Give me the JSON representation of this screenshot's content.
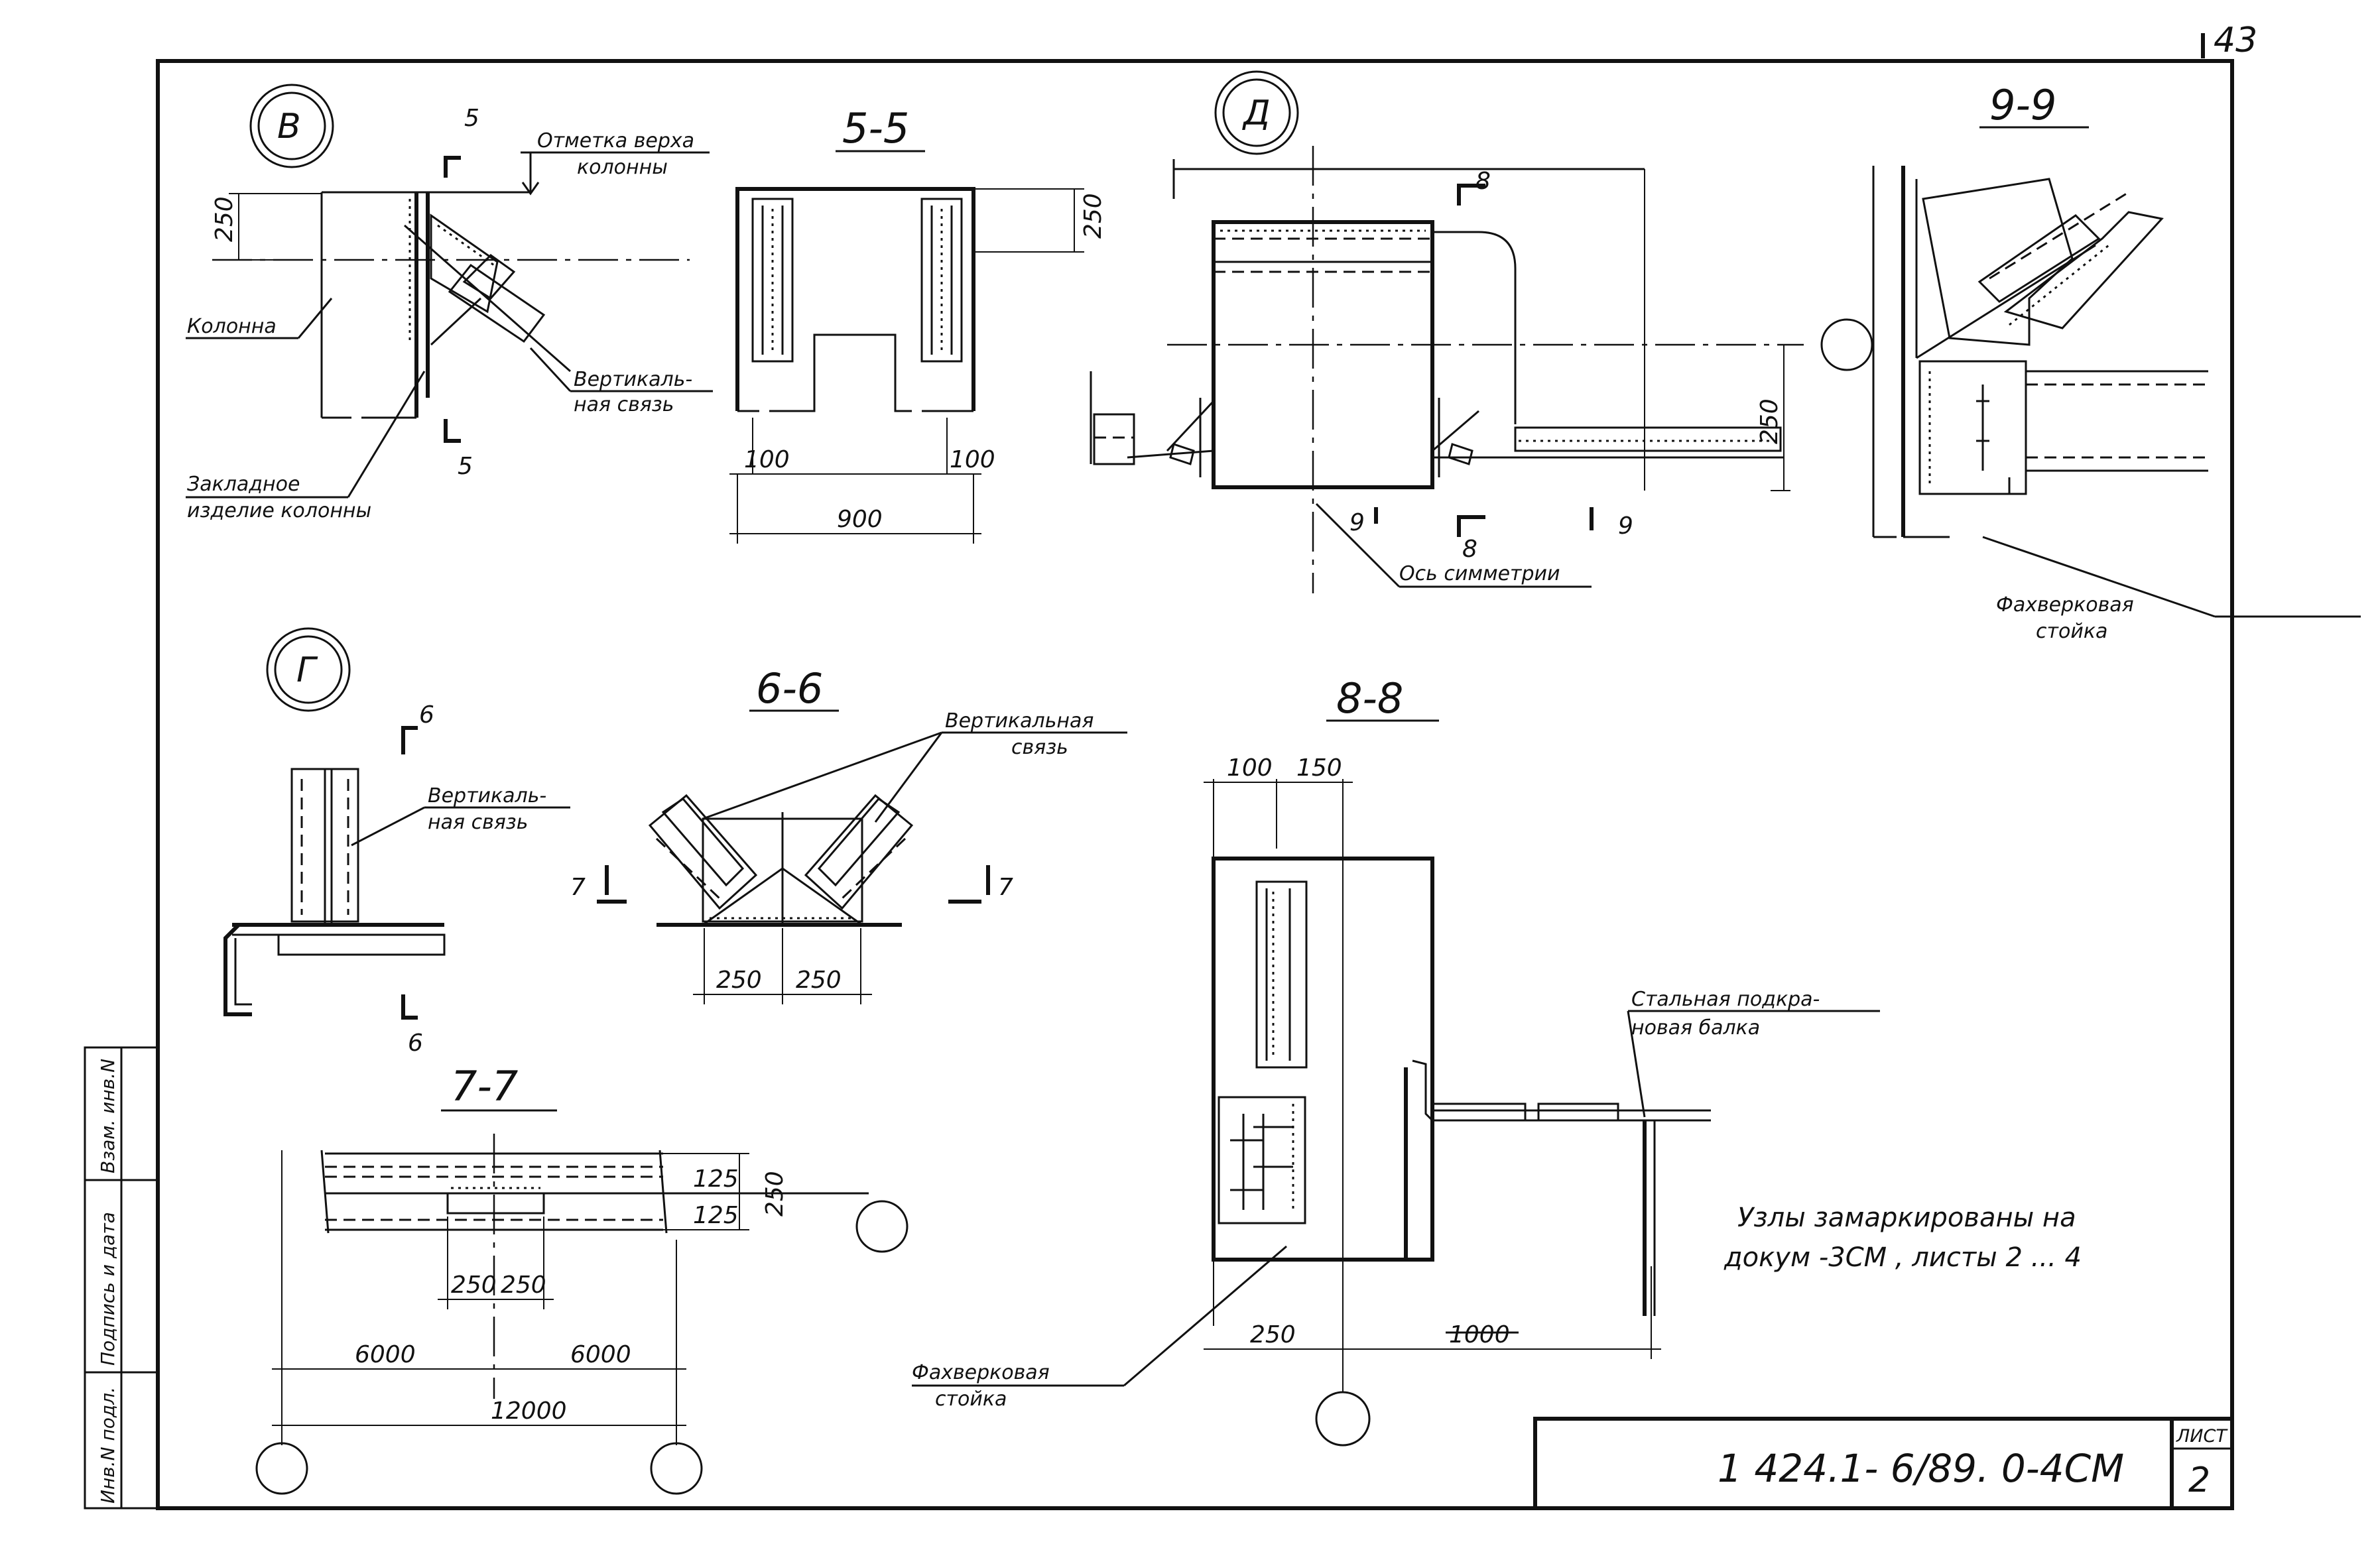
{
  "page_number": "43",
  "node_labels": {
    "B": "В",
    "G": "Г",
    "D": "Д"
  },
  "sections": {
    "s55": "5-5",
    "s99": "9-9",
    "s66": "6-6",
    "s88": "8-8",
    "s77": "7-7"
  },
  "cut_marks": {
    "five": "5",
    "six": "6",
    "seven": "7",
    "eight": "8",
    "nine": "9"
  },
  "labels": {
    "top_mark_1": "Отметка верха",
    "top_mark_2": "колонны",
    "column": "Колонна",
    "embed_1": "Закладное",
    "embed_2": "изделие колонны",
    "vbrace_a1": "Вертикаль-",
    "vbrace_a2": "ная связь",
    "vbrace_b1": "Вертикаль-",
    "vbrace_b2": "ная связь",
    "vbrace_full_1": "Вертикальная",
    "vbrace_full_2": "связь",
    "axis_sym": "Ось симметрии",
    "fach_a1": "Фахверковая",
    "fach_a2": "стойка",
    "fach_b1": "Фахверковая",
    "fach_b2": "стойка",
    "crane_1": "Стальная подкра-",
    "crane_2": "новая балка"
  },
  "dimensions": {
    "d250_b": "250",
    "d250_55": "250",
    "d100_l": "100",
    "d100_r": "100",
    "d900": "900",
    "d250_d": "250",
    "d250_66a": "250",
    "d250_66b": "250",
    "d100_88": "100",
    "d150_88": "150",
    "d250_88": "250",
    "d1000_88": "1000",
    "d125_a": "125",
    "d125_b": "125",
    "d250_77": "250",
    "d250_77a": "250",
    "d250_77b": "250",
    "d6000_a": "6000",
    "d6000_b": "6000",
    "d12000": "12000"
  },
  "note": {
    "line1": "Узлы замаркированы на",
    "line2": "докум -3СМ , листы 2 ... 4"
  },
  "stamp": {
    "code": "1 424.1- 6/89. 0-4СМ",
    "sheet_label": "ЛИСТ",
    "sheet_no": "2"
  },
  "side_strip": {
    "inv": "Инв.N подл.",
    "sign": "Подпись и дата",
    "exch": "Взам. инв.N"
  }
}
